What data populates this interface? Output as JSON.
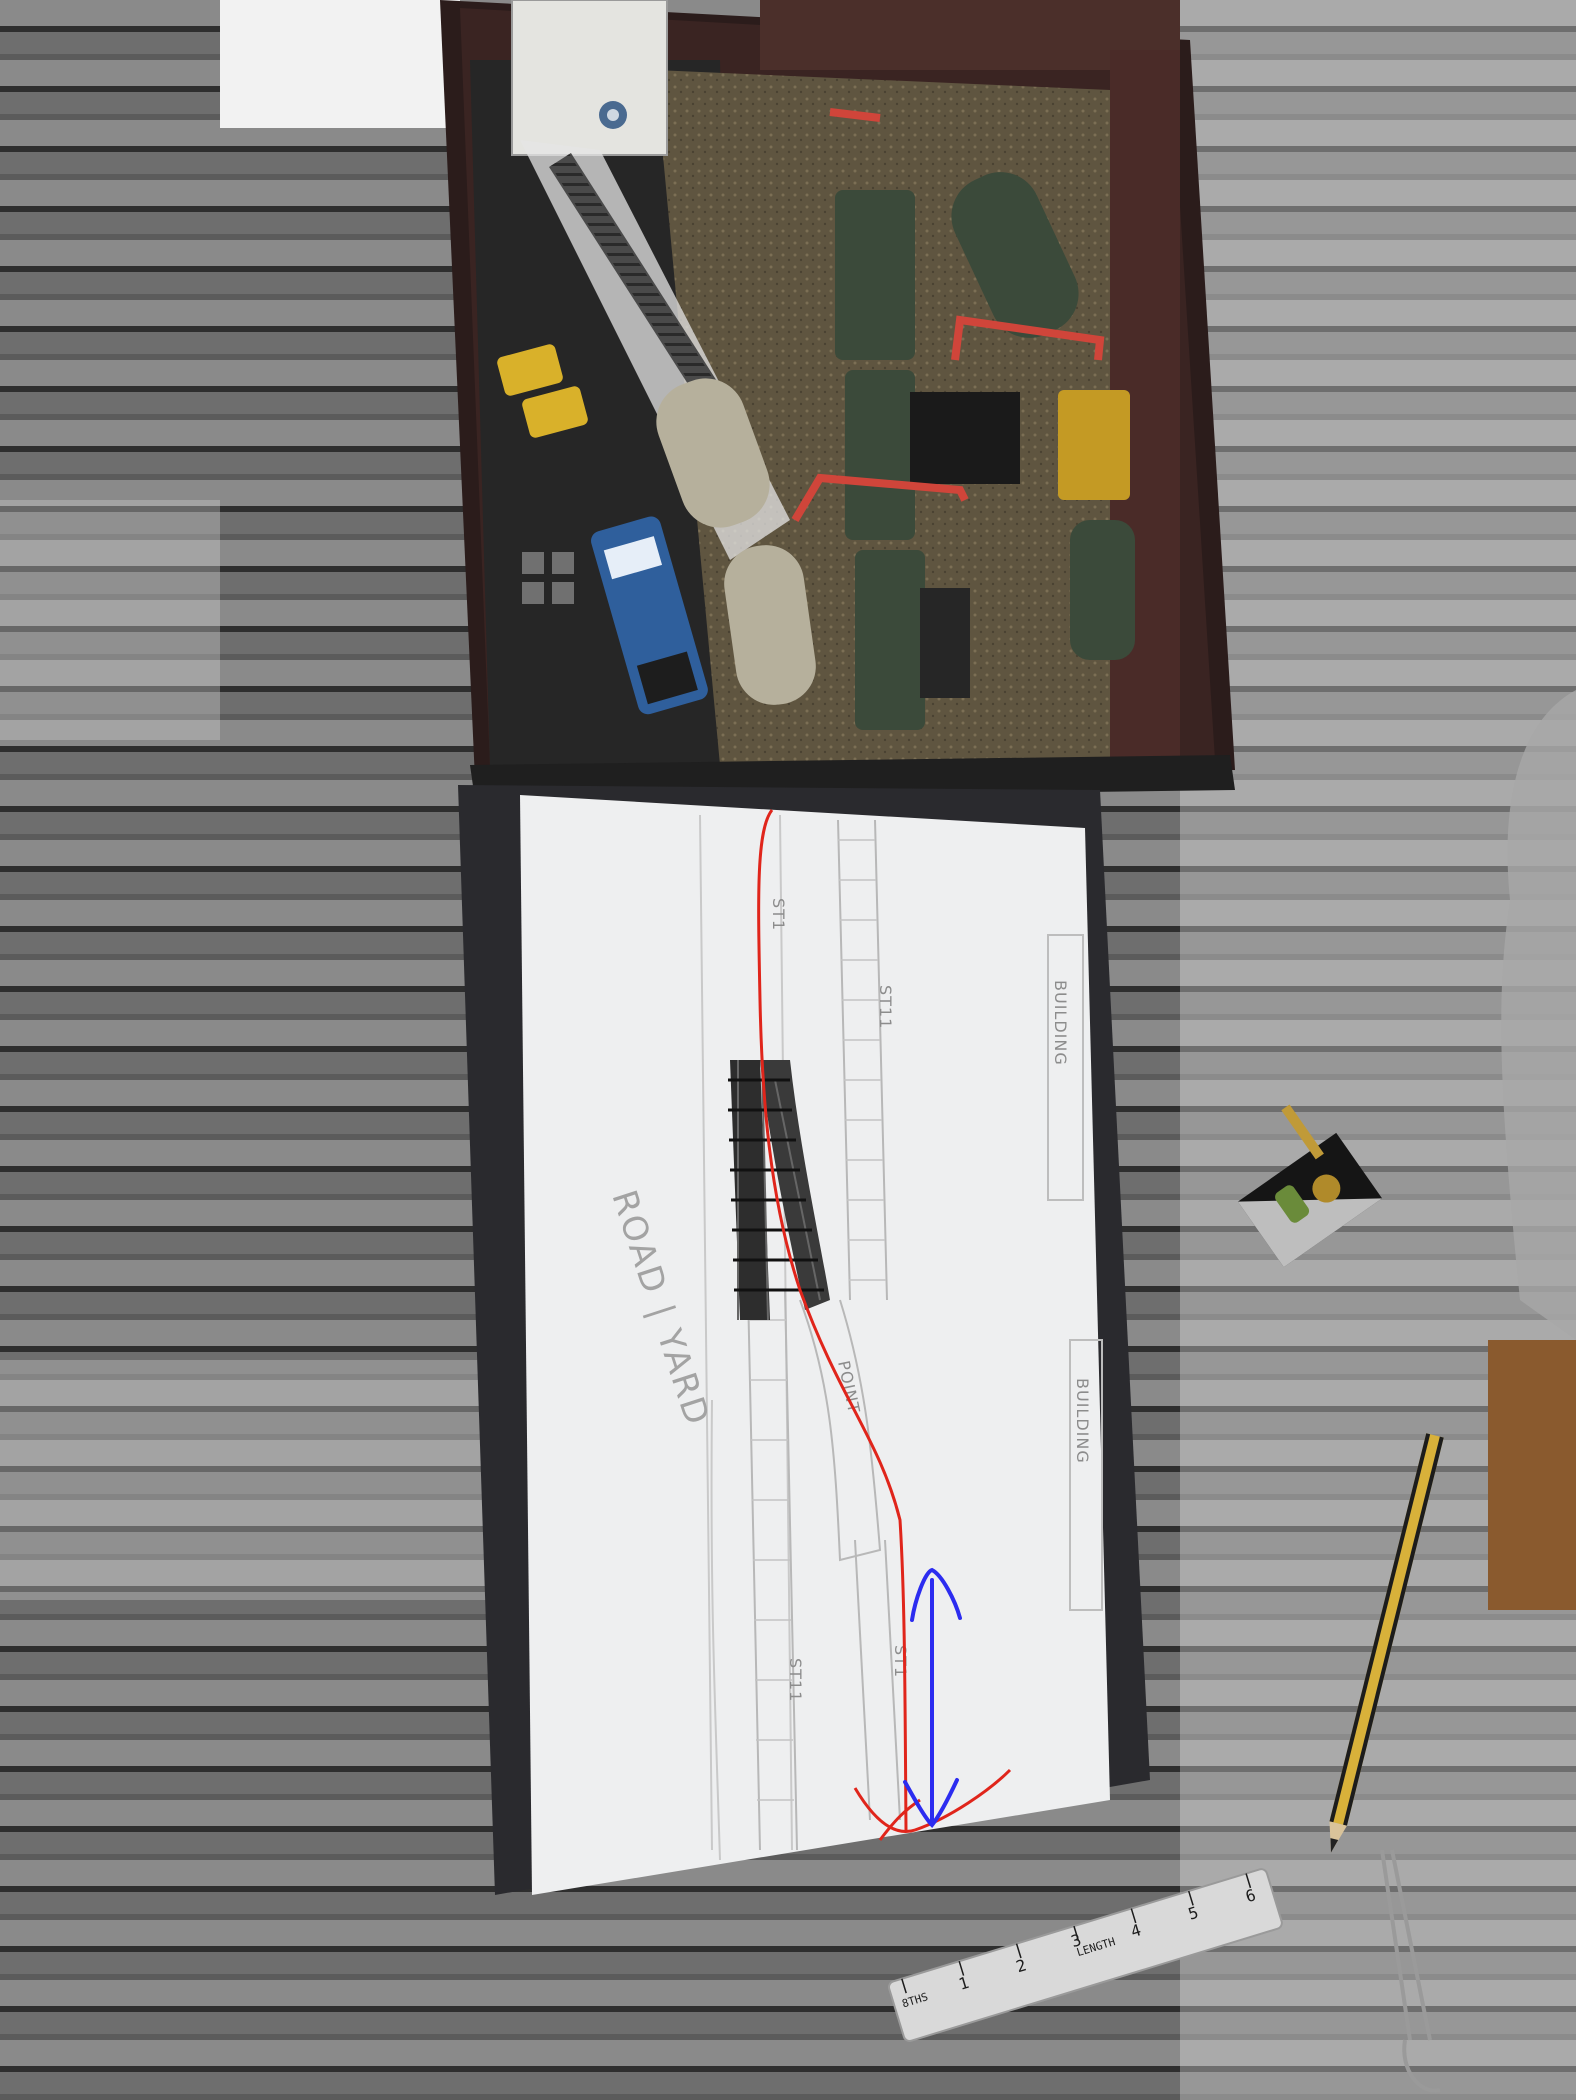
{
  "photo": {
    "subject": "Model railway diorama with paper track plan",
    "colors": {
      "blanket_dark": "#3e3e3e",
      "blanket_light": "#d9d9d9",
      "paper": "#eeeff0",
      "board": "#2a2a2e",
      "diorama_frame": "#3a2422",
      "ballast": "#6b5e46",
      "wagon_green": "#3b4a3a",
      "tanker_beige": "#b6b09c",
      "loco_blue": "#2f5f9c",
      "red_route": "#e0251b",
      "blue_arrow": "#2c2cf0",
      "pencil_yellow": "#d8b13a"
    }
  },
  "plan_labels": {
    "st1_top": "ST1",
    "st11_upper": "ST11",
    "st1_lower": "ST1",
    "st11_lower": "ST11",
    "road_yard": "ROAD | YARD",
    "point": "POINT",
    "building_upper": "BUILDING",
    "building_lower": "BUILDING"
  },
  "ruler": {
    "inch_marks": [
      "1",
      "2",
      "3",
      "4",
      "5",
      "6"
    ],
    "left_label": "8THS",
    "middle_label": "LENGTH"
  },
  "icons": {
    "route_line": "red-route-line",
    "height_arrow": "blue-double-arrow",
    "combination_square": "combination-square-icon",
    "pencil": "pencil-icon",
    "ruler": "ruler-icon",
    "scissors": "scissors-icon"
  }
}
